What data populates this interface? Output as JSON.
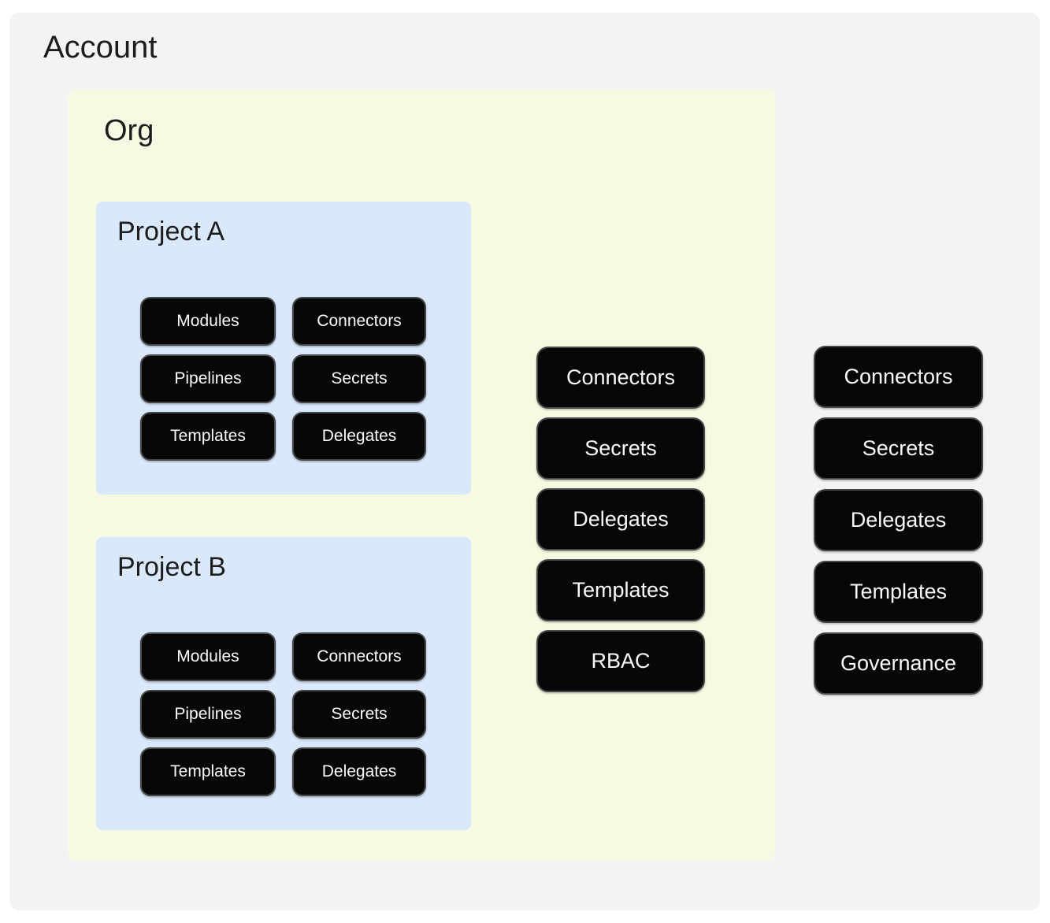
{
  "colors": {
    "canvas_bg": "#ffffff",
    "account_bg": "#f3f3f3",
    "org_bg": "#f7f9e2",
    "project_bg": "#d9e8fb",
    "node_bg": "#070707",
    "node_border": "#47484a",
    "node_text": "#fafafa",
    "title_text": "#1d1d1d"
  },
  "account": {
    "title": "Account",
    "items": [
      "Connectors",
      "Secrets",
      "Delegates",
      "Templates",
      "Governance"
    ],
    "org": {
      "title": "Org",
      "items": [
        "Connectors",
        "Secrets",
        "Delegates",
        "Templates",
        "RBAC"
      ],
      "projects": [
        {
          "title": "Project A",
          "items": [
            "Modules",
            "Connectors",
            "Pipelines",
            "Secrets",
            "Templates",
            "Delegates"
          ]
        },
        {
          "title": "Project B",
          "items": [
            "Modules",
            "Connectors",
            "Pipelines",
            "Secrets",
            "Templates",
            "Delegates"
          ]
        }
      ]
    }
  }
}
